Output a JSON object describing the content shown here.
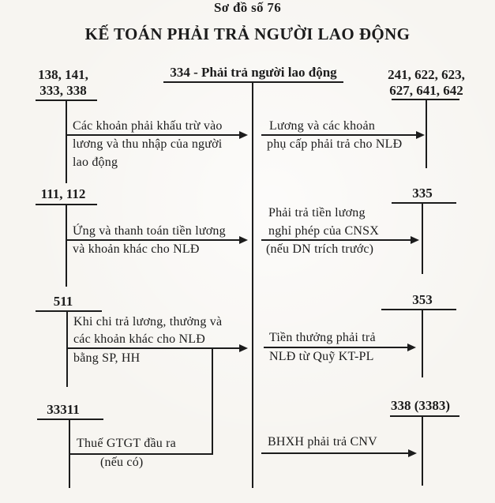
{
  "colors": {
    "ink": "#1c1c1c",
    "paper": "#f7f5f1"
  },
  "title": {
    "scheme_no": "Sơ đồ số 76",
    "heading": "KẾ TOÁN PHẢI TRẢ NGƯỜI LAO ĐỘNG"
  },
  "center_account": {
    "label": "334 - Phải trả người lao động"
  },
  "left_accounts": [
    {
      "id": "138-141-333-338",
      "line1": "138, 141,",
      "line2": "333, 338"
    },
    {
      "id": "111-112",
      "line1": "111, 112"
    },
    {
      "id": "511",
      "line1": "511"
    },
    {
      "id": "33311",
      "line1": "33311"
    }
  ],
  "right_accounts": [
    {
      "id": "241-622-623-627-641-642",
      "line1": "241, 622, 623,",
      "line2": "627, 641, 642"
    },
    {
      "id": "335",
      "line1": "335"
    },
    {
      "id": "353",
      "line1": "353"
    },
    {
      "id": "338-3383",
      "line1": "338 (3383)"
    }
  ],
  "left_flows": [
    {
      "lines": [
        "Các khoản phải khấu trừ vào",
        "lương và thu nhập của người",
        "lao động"
      ]
    },
    {
      "lines": [
        "Ứng và thanh toán tiền lương",
        "và khoản khác cho NLĐ"
      ]
    },
    {
      "lines": [
        "Khi chi trả lương, thưởng và",
        "các khoản khác cho NLĐ",
        "bằng SP, HH"
      ]
    },
    {
      "lines": [
        "Thuế GTGT đầu ra",
        "(nếu có)"
      ]
    }
  ],
  "right_flows": [
    {
      "lines": [
        "Lương và các khoản",
        "phụ cấp phải trả cho NLĐ"
      ]
    },
    {
      "lines": [
        "Phải trả tiền lương",
        "nghỉ phép của CNSX",
        "(nếu DN trích trước)"
      ]
    },
    {
      "lines": [
        "Tiền thưởng phải trả",
        "NLĐ từ Quỹ KT-PL"
      ]
    },
    {
      "lines": [
        "BHXH phải trả CNV"
      ]
    }
  ]
}
